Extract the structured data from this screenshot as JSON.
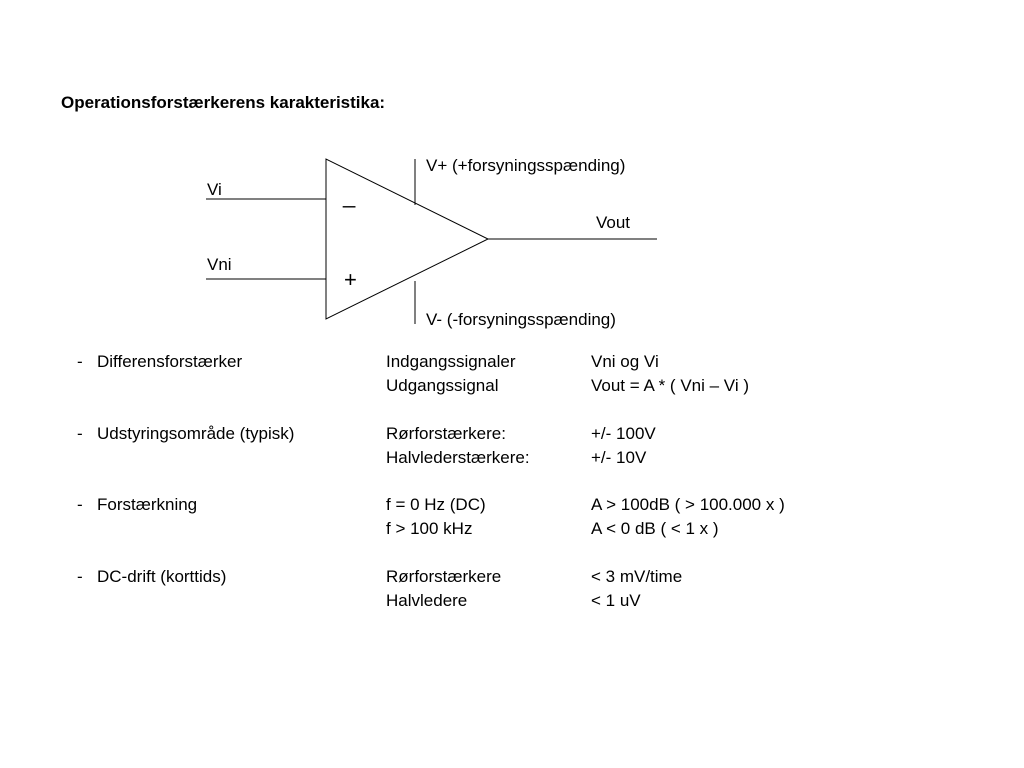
{
  "title": "Operationsforstærkerens karakteristika:",
  "diagram": {
    "input_inverting": "Vi",
    "input_noninverting": "Vni",
    "output": "Vout",
    "supply_positive": "V+ (+forsyningsspænding)",
    "supply_negative": "V- (-forsyningsspænding)",
    "minus_symbol": "_",
    "plus_symbol": "+"
  },
  "characteristics": [
    {
      "bullet": "-",
      "name": "Differensforstærker",
      "rows": [
        {
          "label": "Indgangssignaler",
          "value": "Vni og Vi"
        },
        {
          "label": "Udgangssignal",
          "value": "Vout = A * ( Vni  –  Vi )"
        }
      ]
    },
    {
      "bullet": "-",
      "name": "Udstyringsområde (typisk)",
      "rows": [
        {
          "label": "Rørforstærkere:",
          "value": "+/- 100V"
        },
        {
          "label": "Halvlederstærkere:",
          "value": "+/- 10V"
        }
      ]
    },
    {
      "bullet": "-",
      "name": "Forstærkning",
      "rows": [
        {
          "label": "f  = 0 Hz  (DC)",
          "value": "A > 100dB ( > 100.000 x )"
        },
        {
          "label": "f  > 100 kHz",
          "value": "A <  0 dB   ( < 1 x )"
        }
      ]
    },
    {
      "bullet": "-",
      "name": "DC-drift  (korttids)",
      "rows": [
        {
          "label": "Rørforstærkere",
          "value": "<  3 mV/time"
        },
        {
          "label": "Halvledere",
          "value": "<  1 uV"
        }
      ]
    }
  ]
}
